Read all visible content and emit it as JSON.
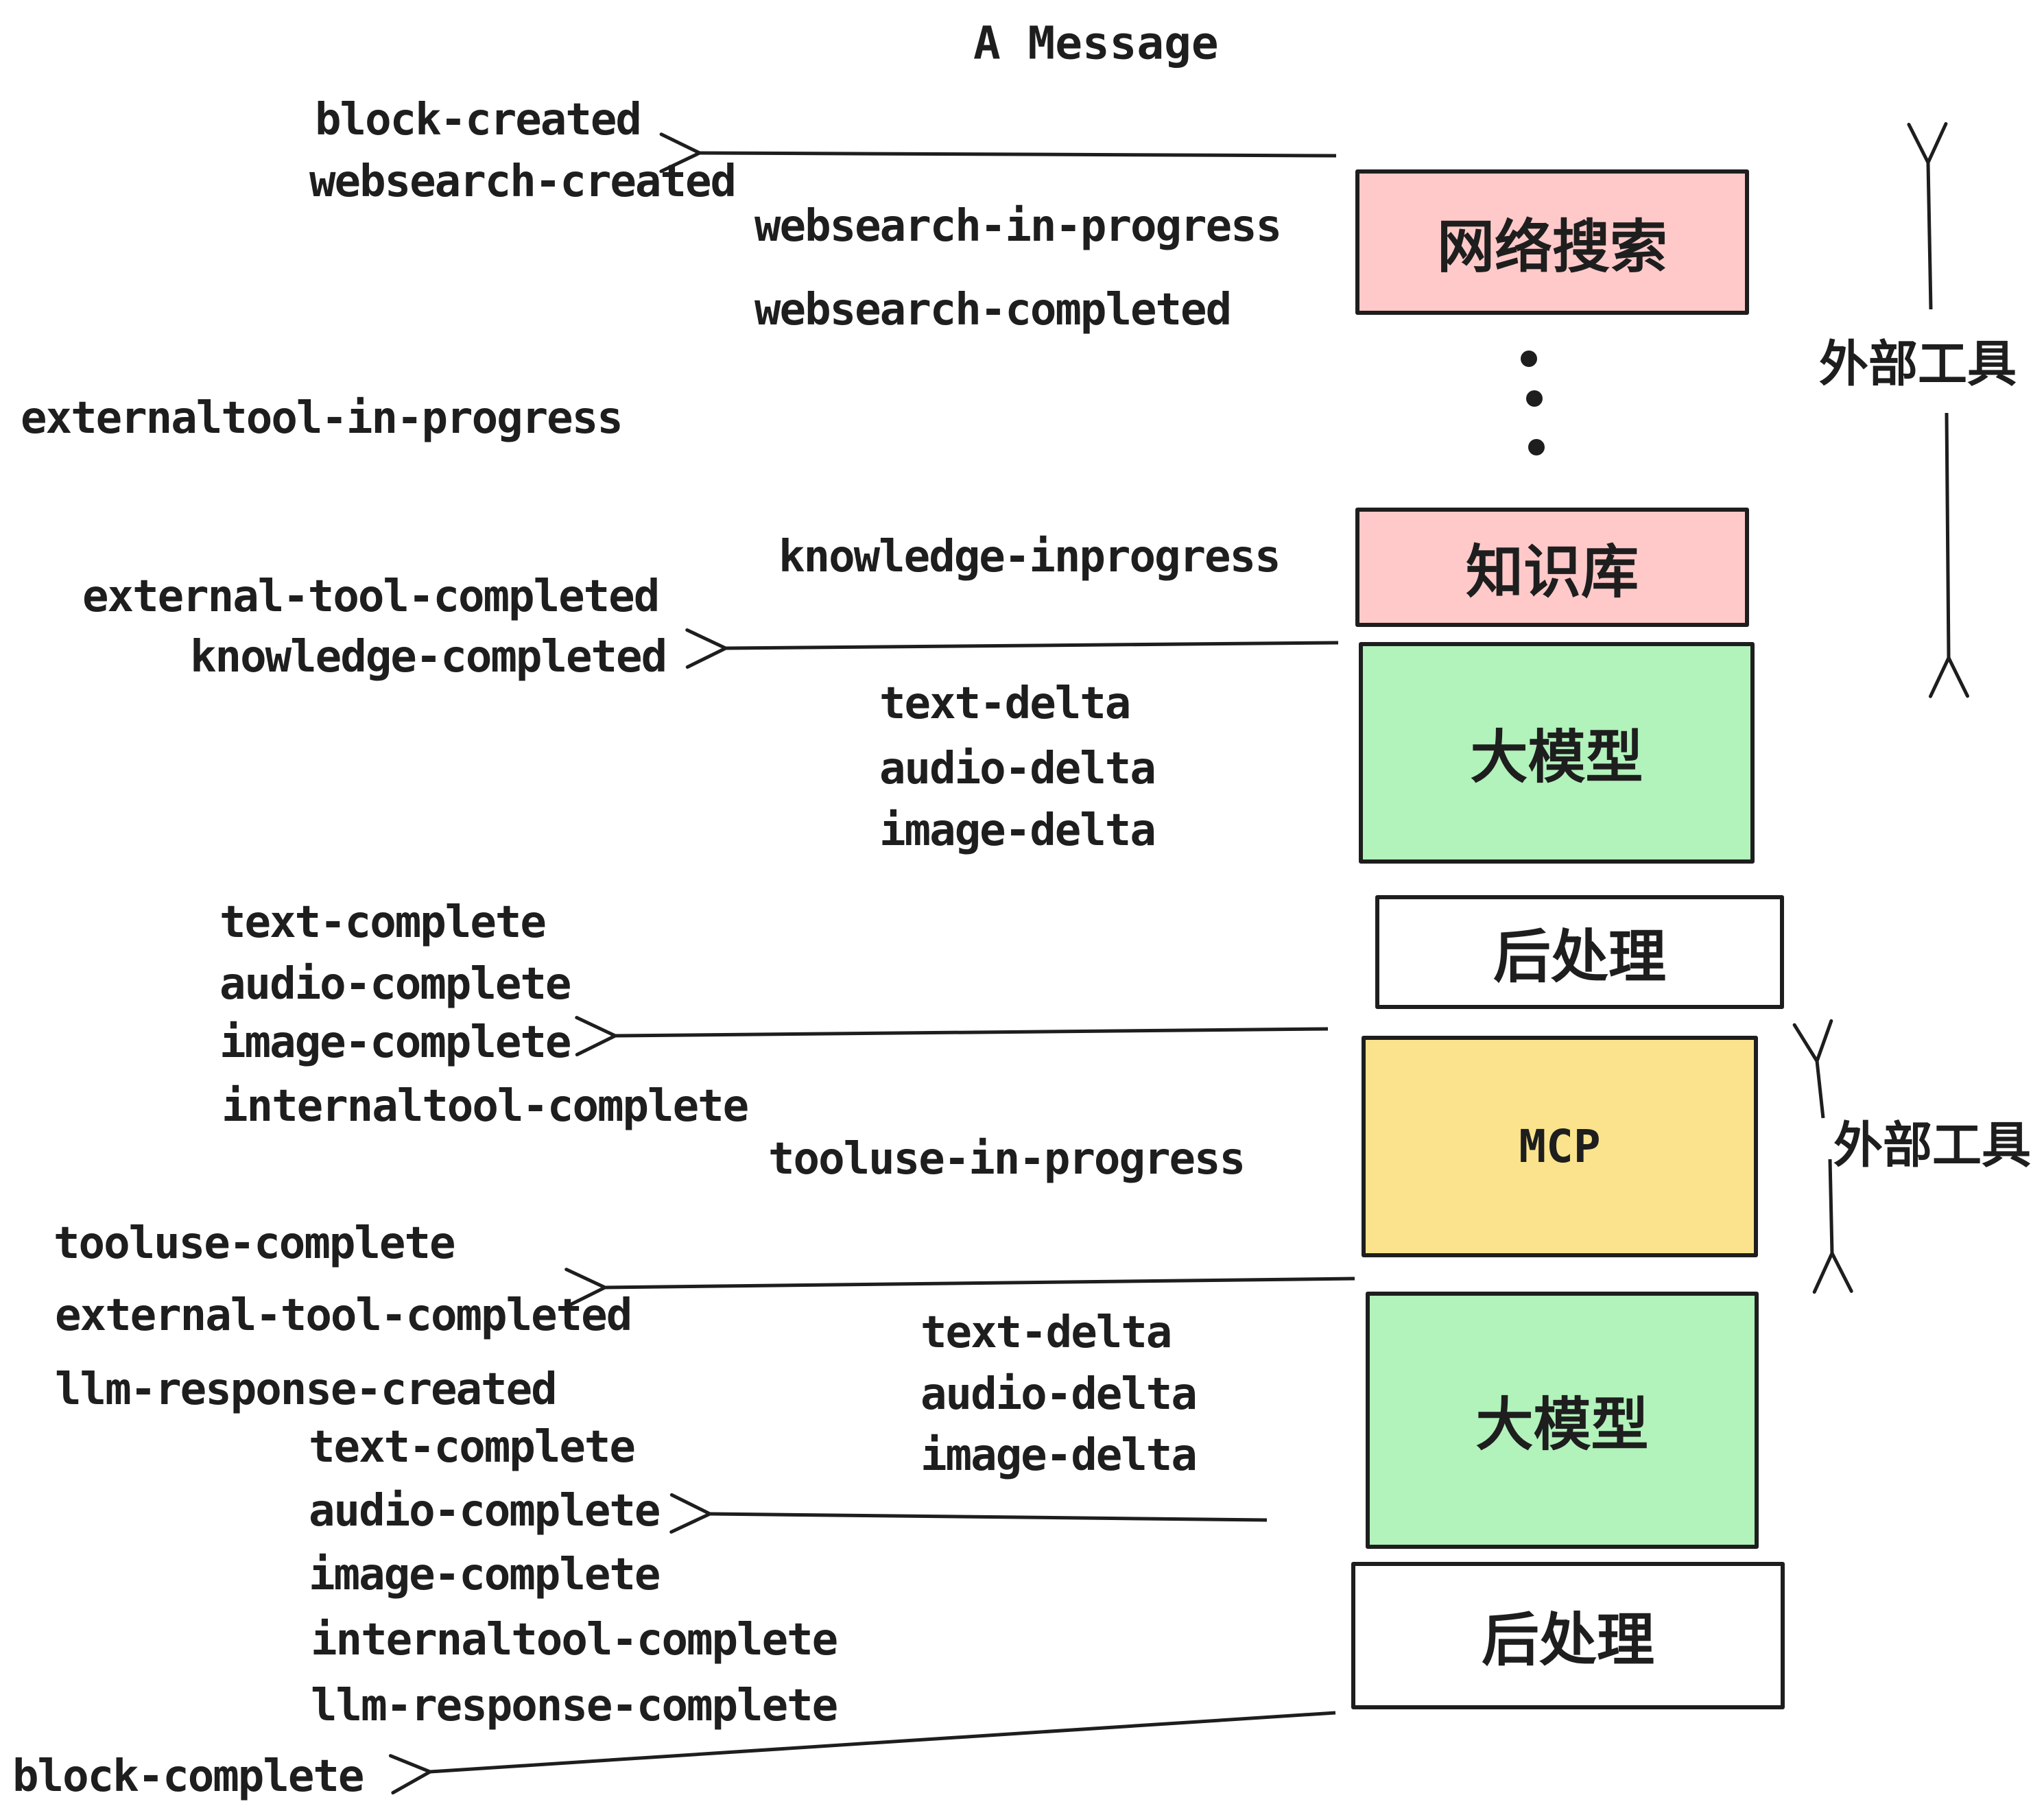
{
  "title": "A Message",
  "colors": {
    "pink": "#ffc9c9",
    "green": "#b2f2bb",
    "yellow": "#fae38c",
    "white": "#ffffff",
    "stroke": "#1e1e1e"
  },
  "boxes": [
    {
      "id": "websearch",
      "label": "网络搜索",
      "fill": "#ffc9c9"
    },
    {
      "id": "knowledge",
      "label": "知识库",
      "fill": "#ffc9c9"
    },
    {
      "id": "llm-1",
      "label": "大模型",
      "fill": "#b2f2bb"
    },
    {
      "id": "post-1",
      "label": "后处理",
      "fill": "#ffffff"
    },
    {
      "id": "mcp",
      "label": "MCP",
      "fill": "#fae38c"
    },
    {
      "id": "llm-2",
      "label": "大模型",
      "fill": "#b2f2bb"
    },
    {
      "id": "post-2",
      "label": "后处理",
      "fill": "#ffffff"
    }
  ],
  "side_labels": [
    {
      "text": "外部工具"
    },
    {
      "text": "外部工具"
    }
  ],
  "events": [
    {
      "text": "block-created"
    },
    {
      "text": "websearch-created"
    },
    {
      "text": "websearch-in-progress"
    },
    {
      "text": "websearch-completed"
    },
    {
      "text": "externaltool-in-progress"
    },
    {
      "text": "knowledge-inprogress"
    },
    {
      "text": "external-tool-completed"
    },
    {
      "text": "knowledge-completed"
    },
    {
      "text": "text-delta"
    },
    {
      "text": "audio-delta"
    },
    {
      "text": "image-delta"
    },
    {
      "text": "text-complete"
    },
    {
      "text": "audio-complete"
    },
    {
      "text": "image-complete"
    },
    {
      "text": "internaltool-complete"
    },
    {
      "text": "tooluse-in-progress"
    },
    {
      "text": "tooluse-complete"
    },
    {
      "text": "external-tool-completed"
    },
    {
      "text": "llm-response-created"
    },
    {
      "text": "text-complete"
    },
    {
      "text": "audio-complete"
    },
    {
      "text": "image-complete"
    },
    {
      "text": "internaltool-complete"
    },
    {
      "text": "llm-response-complete"
    },
    {
      "text": "text-delta"
    },
    {
      "text": "audio-delta"
    },
    {
      "text": "image-delta"
    },
    {
      "text": "block-complete"
    }
  ]
}
